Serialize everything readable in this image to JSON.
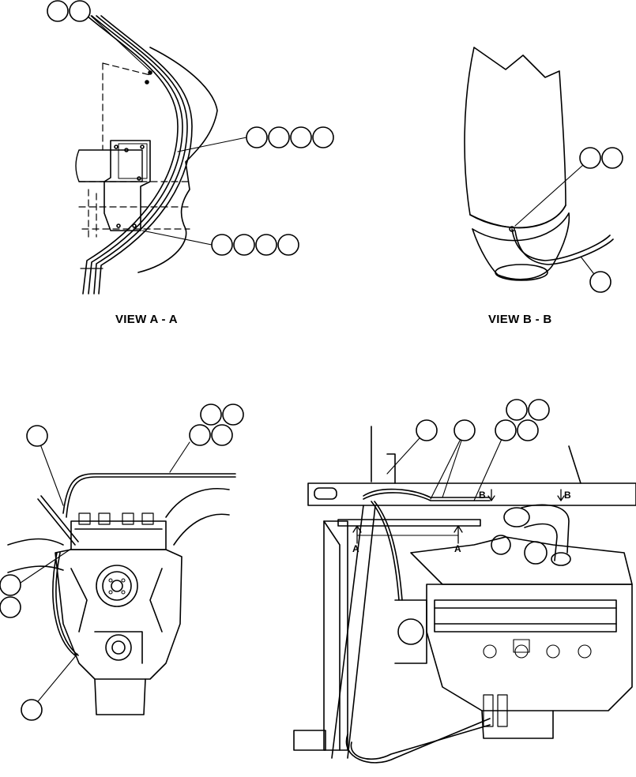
{
  "figure": {
    "view_a_caption": "VIEW A - A",
    "view_b_caption": "VIEW B - B",
    "section_marks": {
      "a_left": "A",
      "a_right": "A",
      "b_left": "B",
      "b_right": "B"
    }
  }
}
